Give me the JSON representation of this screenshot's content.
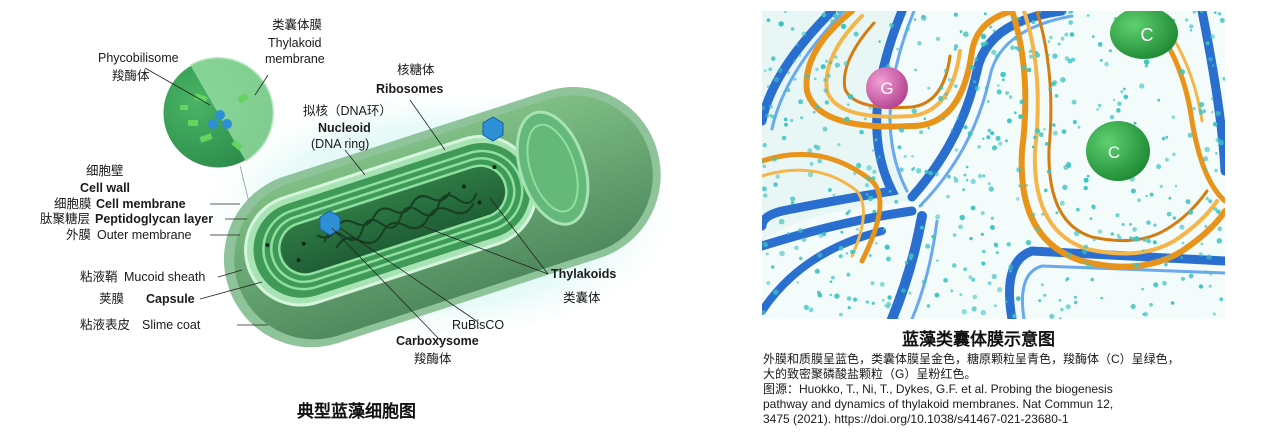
{
  "left": {
    "caption": "典型蓝藻细胞图",
    "labels": {
      "phycobilisome_en": "Phycobilisome",
      "phycobilisome_zh": "羧酶体",
      "thylakoid_membrane_zh": "类囊体膜",
      "thylakoid_membrane_en_1": "Thylakoid",
      "thylakoid_membrane_en_2": "membrane",
      "ribosomes_zh": "核糖体",
      "ribosomes_en": "Ribosomes",
      "nucleoid_zh": "拟核（DNA环）",
      "nucleoid_en": "Nucleoid",
      "nucleoid_sub": "(DNA ring)",
      "cell_wall_zh": "细胞壁",
      "cell_wall_en": "Cell wall",
      "cell_membrane_zh": "细胞膜",
      "cell_membrane_en": "Cell membrane",
      "peptidoglycan_zh": "肽聚糖层",
      "peptidoglycan_en": "Peptidoglycan layer",
      "outer_membrane_zh": "外膜",
      "outer_membrane_en": "Outer membrane",
      "mucoid_zh": "粘液鞘",
      "mucoid_en": "Mucoid sheath",
      "capsule_zh": "荚膜",
      "capsule_en": "Capsule",
      "slime_zh": "粘液表皮",
      "slime_en": "Slime coat",
      "thylakoids_en": "Thylakoids",
      "thylakoids_zh": "类囊体",
      "rubisco": "RuBisCO",
      "carboxysome_en": "Carboxysome",
      "carboxysome_zh": "羧酶体"
    }
  },
  "right": {
    "title": "蓝藻类囊体膜示意图",
    "markers": {
      "g": "G",
      "c1": "C",
      "c2": "C"
    },
    "description": [
      "外膜和质膜呈蓝色，类囊体膜呈金色，糖原颗粒呈青色，羧酶体（C）呈绿色，",
      "大的致密聚磷酸盐颗粒（G）呈粉红色。",
      "图源：Huokko, T., Ni, T., Dykes, G.F. et al. Probing the biogenesis",
      "pathway and dynamics of thylakoid membranes. Nat Commun 12,",
      "3475 (2021). https://doi.org/10.1038/s41467-021-23680-1"
    ]
  },
  "colors": {
    "cell_green": "#5fae74",
    "glow": "#b8f0e8",
    "membrane_blue": "#2a6fd0",
    "thylakoid_gold": "#e8941a",
    "glycogen_cyan": "#3cc4c0",
    "carboxysome_green": "#3aa84a",
    "polyphosphate_pink": "#d45aa8"
  }
}
